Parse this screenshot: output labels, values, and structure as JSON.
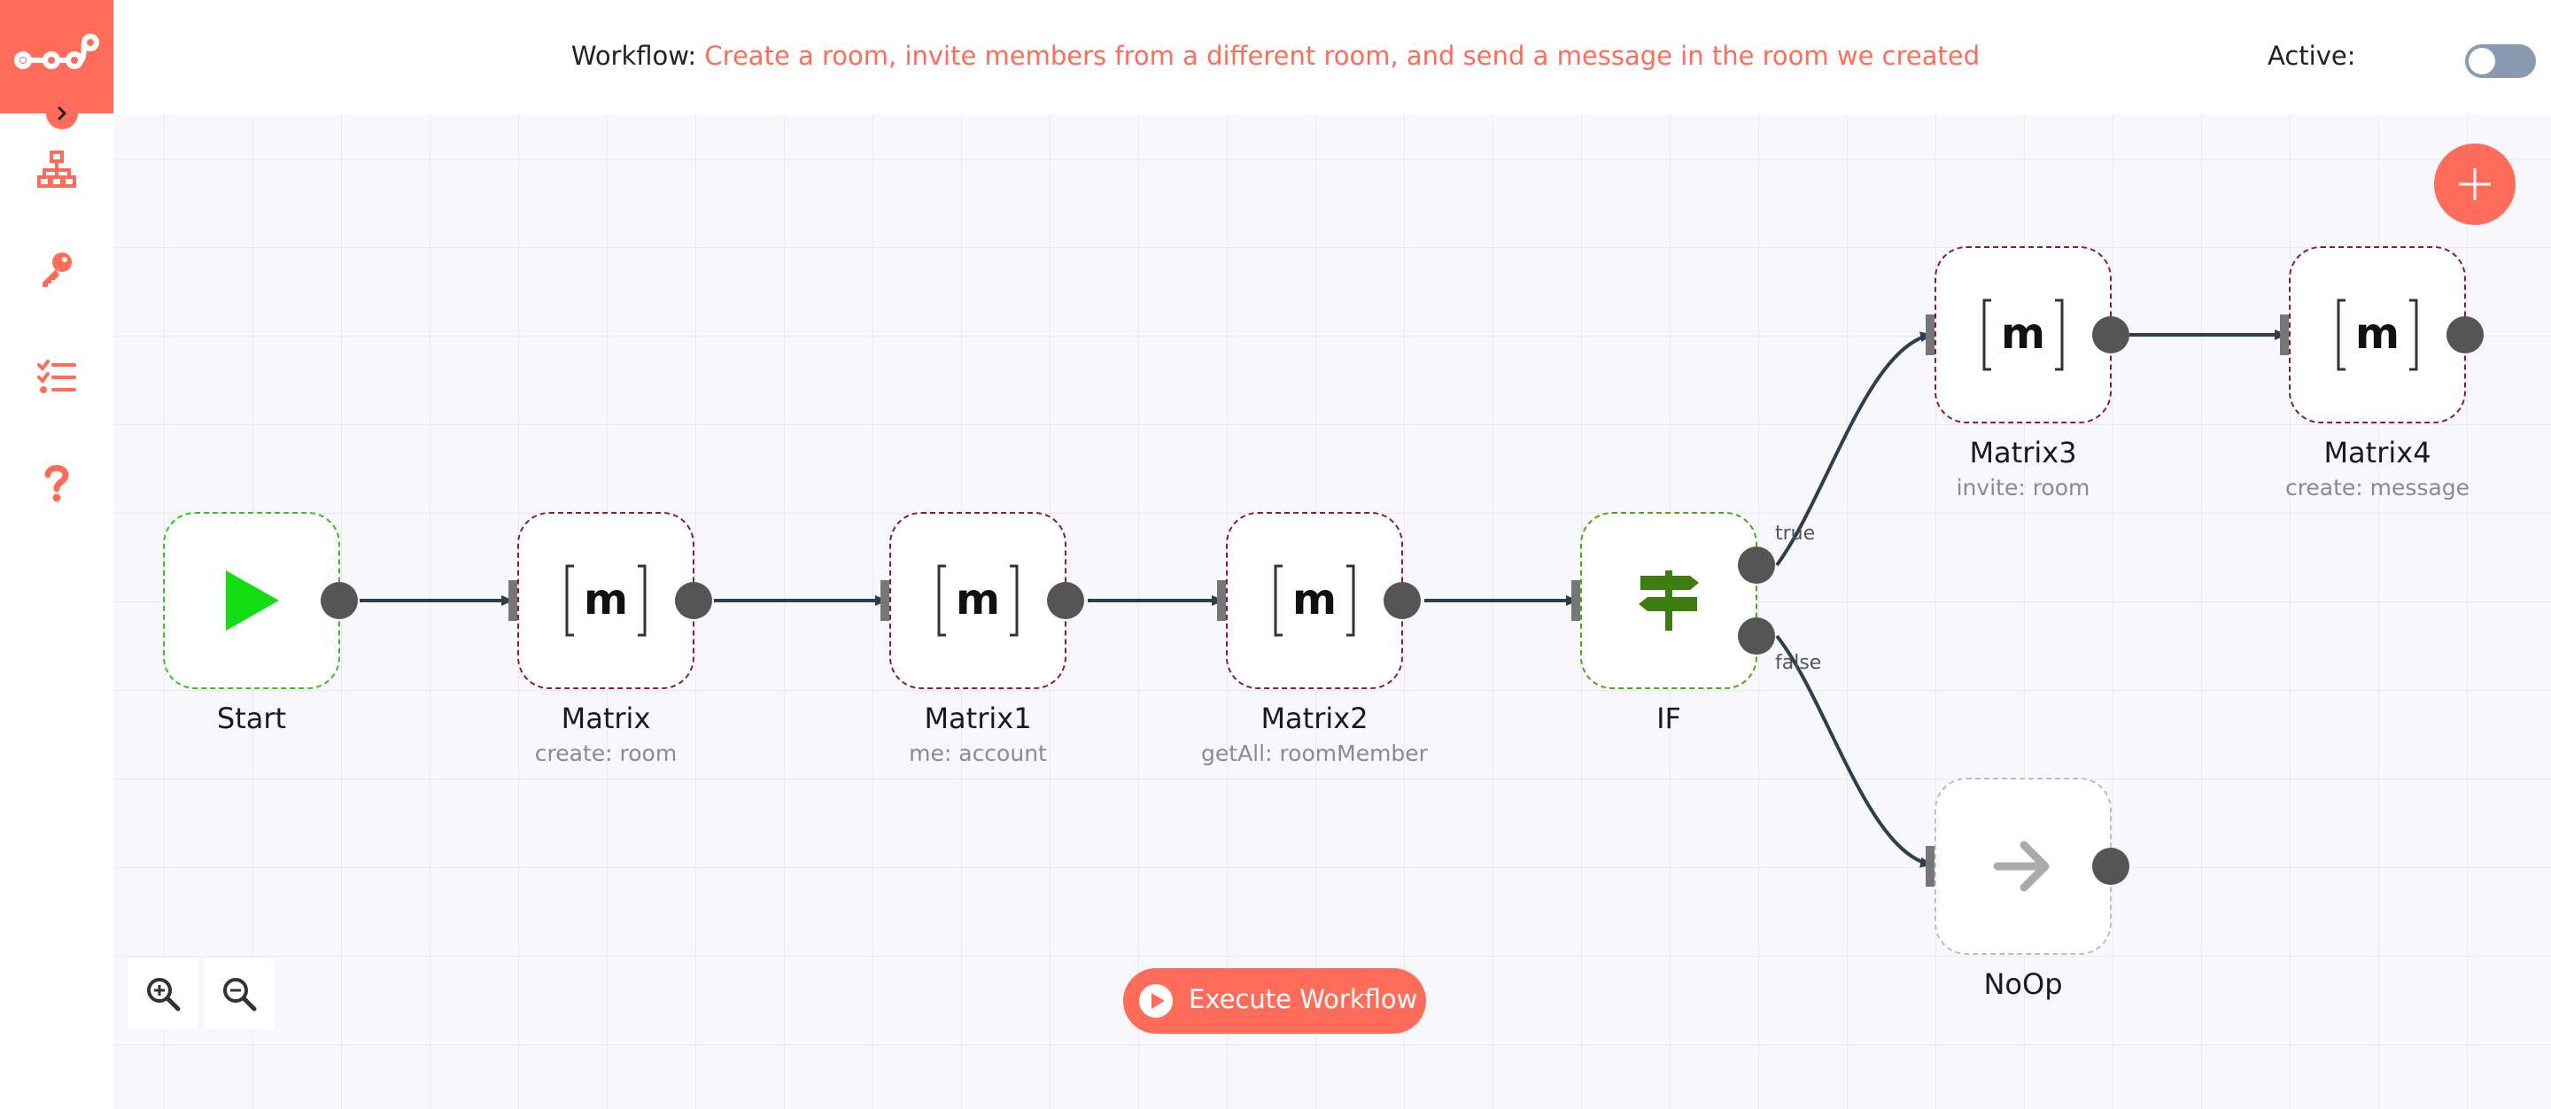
{
  "header": {
    "workflow_label": "Workflow:",
    "workflow_name": "Create a room, invite members from a different room, and send a message in the room we created",
    "active_label": "Active:"
  },
  "sidebar": {
    "items": [
      {
        "icon": "network-icon"
      },
      {
        "icon": "key-icon"
      },
      {
        "icon": "list-check-icon"
      },
      {
        "icon": "question-icon"
      }
    ]
  },
  "nodes": {
    "start": {
      "label": "Start",
      "subtitle": ""
    },
    "matrix": {
      "label": "Matrix",
      "subtitle": "create: room",
      "icon_text": "m"
    },
    "matrix1": {
      "label": "Matrix1",
      "subtitle": "me: account",
      "icon_text": "m"
    },
    "matrix2": {
      "label": "Matrix2",
      "subtitle": "getAll: roomMember",
      "icon_text": "m"
    },
    "if": {
      "label": "IF",
      "subtitle": ""
    },
    "matrix3": {
      "label": "Matrix3",
      "subtitle": "invite: room",
      "icon_text": "m"
    },
    "matrix4": {
      "label": "Matrix4",
      "subtitle": "create: message",
      "icon_text": "m"
    },
    "noop": {
      "label": "NoOp",
      "subtitle": ""
    }
  },
  "branches": {
    "true_label": "true",
    "false_label": "false"
  },
  "buttons": {
    "execute_label": "Execute Workflow"
  },
  "colors": {
    "accent": "#ff6d5a",
    "connection": "#2d3e50",
    "start_border": "#35c41d",
    "if_border": "#4aa81f",
    "matrix_border": "#8a1c3a",
    "disabled_border": "#bdbdbd",
    "canvas_bg": "#f8f8fc"
  }
}
